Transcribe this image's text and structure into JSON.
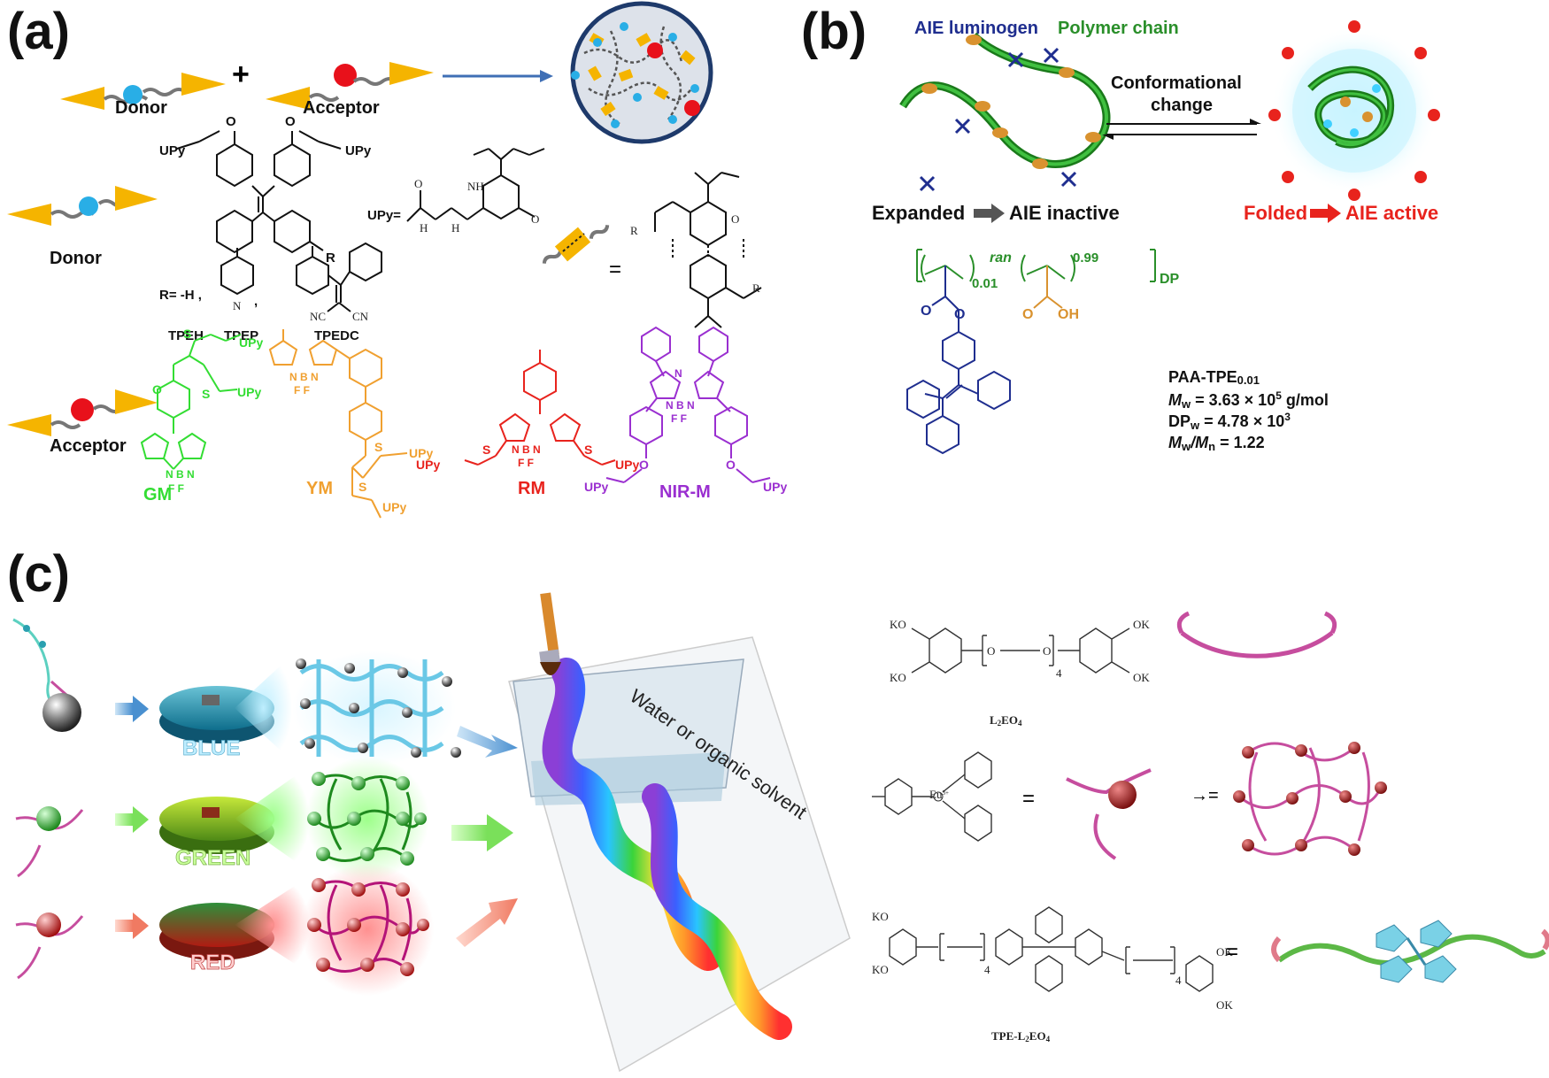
{
  "panels": {
    "a": "(a)",
    "b": "(b)",
    "c": "(c)"
  },
  "a": {
    "donor": "Donor",
    "acceptor": "Acceptor",
    "plus": "+",
    "equals": "=",
    "upy_eq": "UPy=",
    "upy": "UPy",
    "r_eq": "R= -H ,",
    "r": "R",
    "names": [
      "TPEH",
      "TPEP",
      "TPEDC"
    ],
    "nc": "NC",
    "cn": "CN",
    "acceptors": [
      "GM",
      "YM",
      "RM",
      "NIR-M"
    ],
    "colors": {
      "gm": "#33dd33",
      "ym": "#f0a030",
      "rm": "#e8231d",
      "nir": "#9a2fd0",
      "donor": "#29aee6",
      "acceptor": "#e8111b",
      "arrow": "#f5b400"
    }
  },
  "b": {
    "aie_luminogen": "AIE luminogen",
    "polymer_chain": "Polymer chain",
    "conf1": "Conformational",
    "conf2": "change",
    "expanded": "Expanded",
    "aie_inactive": "AIE inactive",
    "folded": "Folded",
    "aie_active": "AIE active",
    "ran": "ran",
    "x1": "0.01",
    "x2": "0.99",
    "dp": "DP",
    "oh": "OH",
    "o": "O",
    "polymer_name": "PAA-TPE",
    "polymer_sub": "0.01",
    "mw": "M",
    "mw_sub": "w",
    "mw_val": " = 3.63 × 10",
    "mw_sup": "5",
    "mw_unit": " g/mol",
    "dpw": "DP",
    "dpw_sub": "w",
    "dpw_val": " = 4.78 × 10",
    "dpw_sup": "3",
    "pdi_a": "M",
    "pdi_a_sub": "w",
    "pdi_b": "/M",
    "pdi_b_sub": "n",
    "pdi_val": " = 1.22"
  },
  "c": {
    "blue": "BLUE",
    "green": "GREEN",
    "red": "RED",
    "solvent": "Water or organic solvent",
    "ko": "KO",
    "ok": "OK",
    "n4": "4",
    "l2eo4": "L",
    "l2eo4_sub": "2",
    "l2eo4_tail": "EO",
    "l2eo4_sub2": "4",
    "tpe_prefix": "TPE-L",
    "eq": "=",
    "arrow_eq": "→=",
    "eu": "Eu",
    "eu_sup": "3+"
  }
}
